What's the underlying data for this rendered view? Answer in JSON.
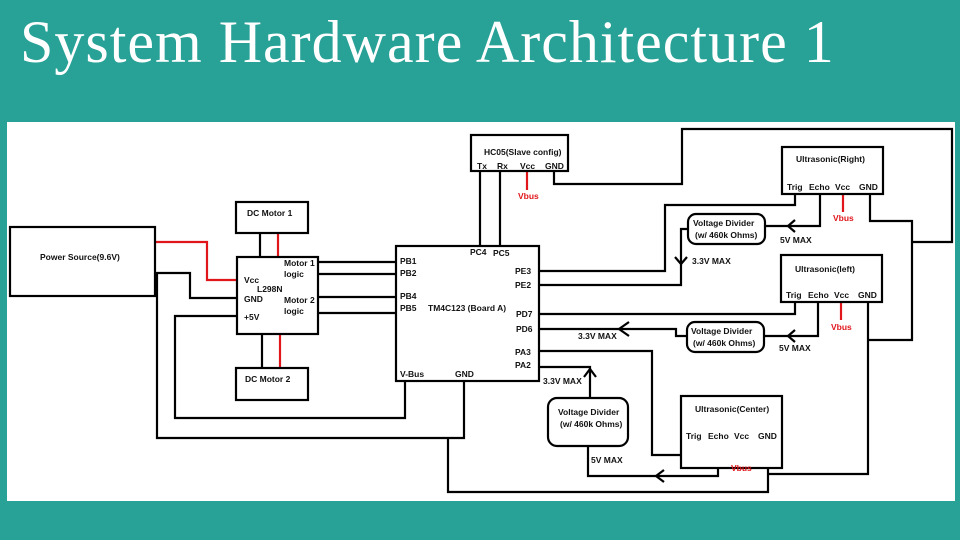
{
  "title": "System Hardware Architecture 1",
  "blocks": {
    "power": "Power Source(9.6V)",
    "motor1": "DC Motor 1",
    "motor2": "DC Motor 2",
    "driver": {
      "name": "L298N",
      "vcc": "Vcc",
      "gnd": "GND",
      "v5": "+5V",
      "m1a": "Motor 1",
      "m1b": "logic",
      "m2a": "Motor 2",
      "m2b": "logic"
    },
    "board": {
      "name": "TM4C123 (Board  A)",
      "pins": [
        "PB1",
        "PB2",
        "PB4",
        "PB5",
        "PC4",
        "PC5",
        "PE3",
        "PE2",
        "PD7",
        "PD6",
        "PA3",
        "PA2",
        "V-Bus",
        "GND"
      ]
    },
    "hc05": {
      "name": "HC05(Slave config)",
      "pins": [
        "Tx",
        "Rx",
        "Vcc",
        "GND"
      ]
    },
    "us_right": {
      "name": "Ultrasonic(Right)",
      "pins": [
        "Trig",
        "Echo",
        "Vcc",
        "GND"
      ]
    },
    "us_left": {
      "name": "Ultrasonic(left)",
      "pins": [
        "Trig",
        "Echo",
        "Vcc",
        "GND"
      ]
    },
    "us_center": {
      "name": "Ultrasonic(Center)",
      "pins": [
        "Trig",
        "Echo",
        "Vcc",
        "GND"
      ]
    },
    "divider": {
      "line1": "Voltage Divider",
      "line2": "(w/ 460k Ohms)"
    }
  },
  "labels": {
    "vbus": "Vbus",
    "v5max": "5V MAX",
    "v33max": "3.3V MAX"
  },
  "colors": {
    "background": "#28a197",
    "power_wire": "#e0161b"
  }
}
